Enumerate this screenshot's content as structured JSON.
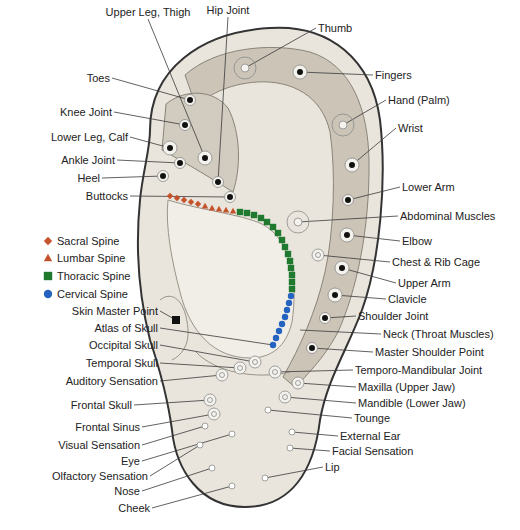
{
  "diagram": {
    "labels": [
      "Upper Leg, Thigh",
      "Hip Joint",
      "Thumb",
      "Fingers",
      "Toes",
      "Hand (Palm)",
      "Knee Joint",
      "Wrist",
      "Lower Leg, Calf",
      "Ankle Joint",
      "Heel",
      "Lower Arm",
      "Buttocks",
      "Abdominal Muscles",
      "Elbow",
      "Chest & Rib Cage",
      "Upper Arm",
      "Clavicle",
      "Skin Master Point",
      "Shoulder Joint",
      "Atlas of Skull",
      "Neck (Throat Muscles)",
      "Occipital Skull",
      "Master Shoulder Point",
      "Temporal Skull",
      "Temporo-Mandibular Joint",
      "Auditory Sensation",
      "Maxilla (Upper Jaw)",
      "Frontal Skull",
      "Mandible (Lower Jaw)",
      "Tounge",
      "Frontal Sinus",
      "External Ear",
      "Visual Sensation",
      "Facial Sensation",
      "Eye",
      "Olfactory Sensation",
      "Lip",
      "Nose",
      "Cheek"
    ],
    "legend": [
      {
        "text": "Sacral Spine"
      },
      {
        "text": "Lumbar Spine"
      },
      {
        "text": "Thoracic Spine"
      },
      {
        "text": "Cervical Spine"
      }
    ]
  }
}
